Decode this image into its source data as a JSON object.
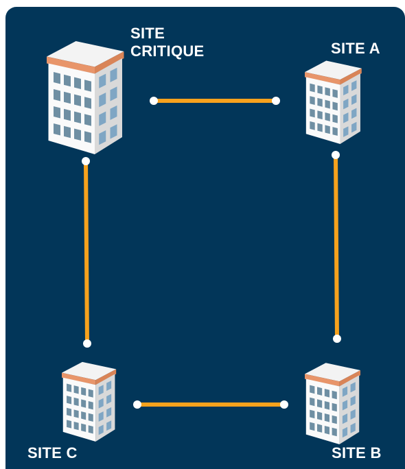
{
  "sites": {
    "critique": {
      "label": "SITE\nCRITIQUE"
    },
    "a": {
      "label": "SITE A"
    },
    "b": {
      "label": "SITE B"
    },
    "c": {
      "label": "SITE C"
    }
  },
  "colors": {
    "background": "#023659",
    "link": "#F7A21D",
    "node": "#FFFFFF",
    "roof_trim": "#E8956A",
    "roof_top": "#F3F3F3",
    "wall_front": "#FAFAFA",
    "wall_side": "#D9D9D9",
    "window": "#6F8FA3"
  },
  "links": [
    {
      "from": "critique",
      "to": "a"
    },
    {
      "from": "a",
      "to": "b"
    },
    {
      "from": "b",
      "to": "c"
    },
    {
      "from": "c",
      "to": "critique"
    }
  ]
}
